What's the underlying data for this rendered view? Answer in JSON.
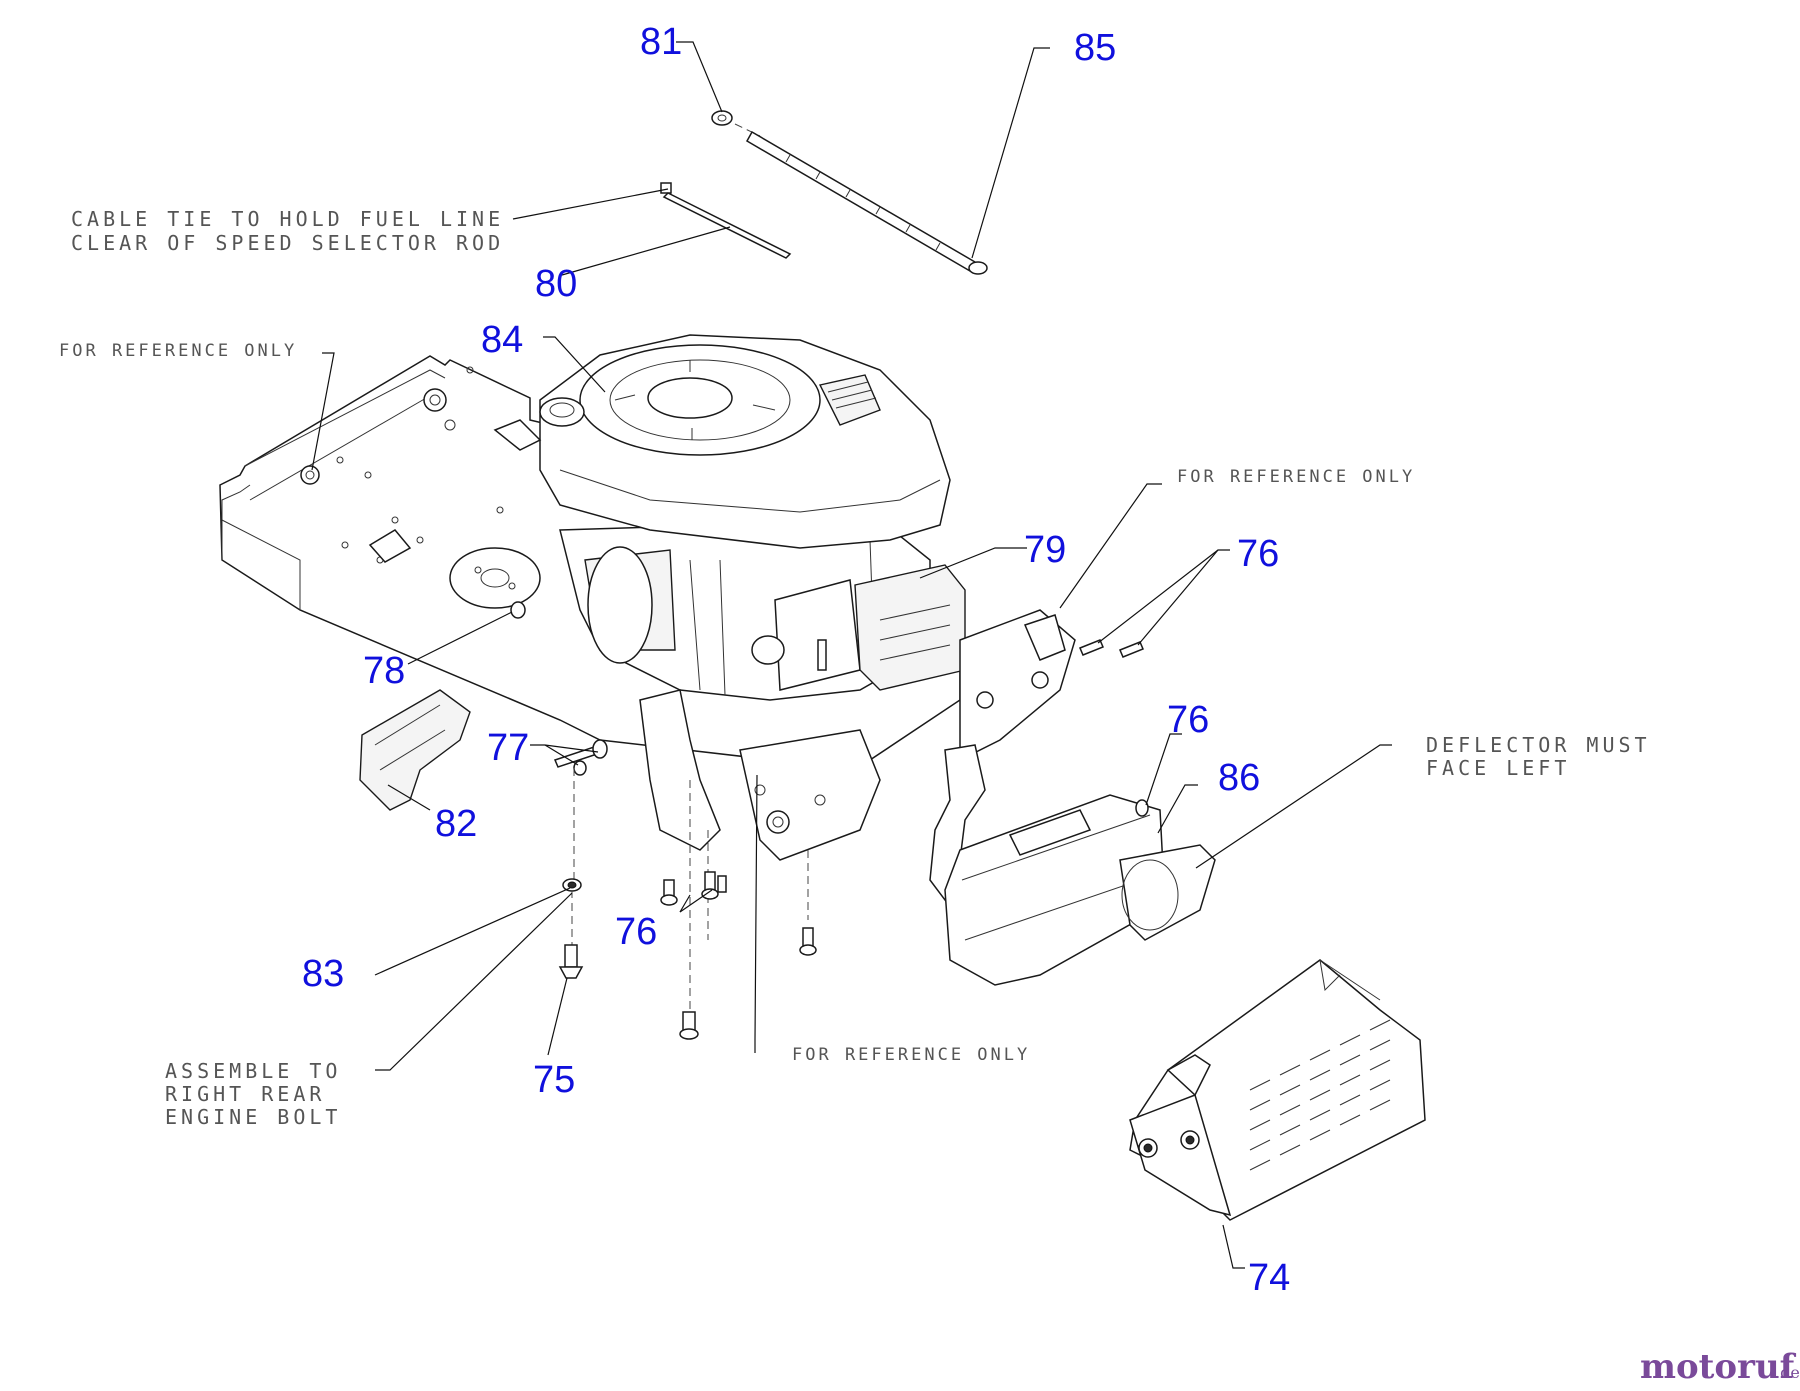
{
  "callouts": {
    "c81": "81",
    "c85": "85",
    "c80": "80",
    "c84": "84",
    "c79": "79",
    "c76a": "76",
    "c78": "78",
    "c77": "77",
    "c76b": "76",
    "c86": "86",
    "c82": "82",
    "c76c": "76",
    "c83": "83",
    "c75": "75",
    "c74": "74"
  },
  "notes": {
    "cable_tie_line1": "CABLE TIE TO HOLD FUEL LINE",
    "cable_tie_line2": "CLEAR OF SPEED SELECTOR ROD",
    "ref_top_left": "FOR REFERENCE ONLY",
    "ref_right": "FOR REFERENCE ONLY",
    "ref_bottom": "FOR REFERENCE ONLY",
    "deflector_line1": "DEFLECTOR MUST",
    "deflector_line2": "FACE LEFT",
    "assemble_line1": "ASSEMBLE TO",
    "assemble_line2": "RIGHT REAR",
    "assemble_line3": "ENGINE BOLT"
  },
  "watermark": {
    "brand": "motoruf",
    "suffix": ".de"
  },
  "colors": {
    "callout": "#1010dd",
    "note": "#555555",
    "line": "#1a1a1a"
  }
}
